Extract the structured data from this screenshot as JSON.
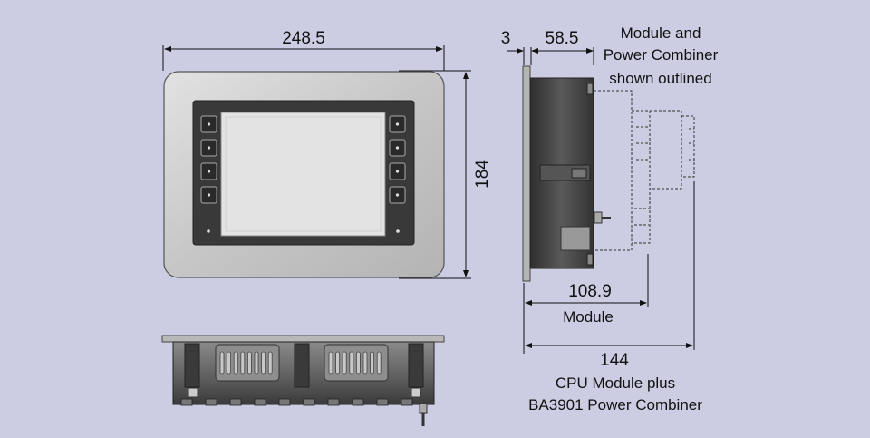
{
  "colors": {
    "background": "#cccce2",
    "bezel": "#c9c9c9",
    "frame": "#3a3a3a",
    "screen": "#e6e6e6",
    "housing": "#3b3b3b",
    "line": "#111111"
  },
  "front_view": {
    "width_label": "248.5",
    "height_label": "184",
    "button_count_per_side": 4
  },
  "side_view": {
    "bezel_label": "3",
    "depth_label": "58.5",
    "module_note": [
      "Module and",
      "Power Combiner",
      "shown outlined"
    ],
    "module_depth_label": "108.9",
    "module_caption": "Module",
    "total_depth_label": "144",
    "total_caption": [
      "CPU Module plus",
      "BA3901 Power Combiner"
    ]
  },
  "bottom_view": {
    "vent_slots_per_group": 8
  }
}
